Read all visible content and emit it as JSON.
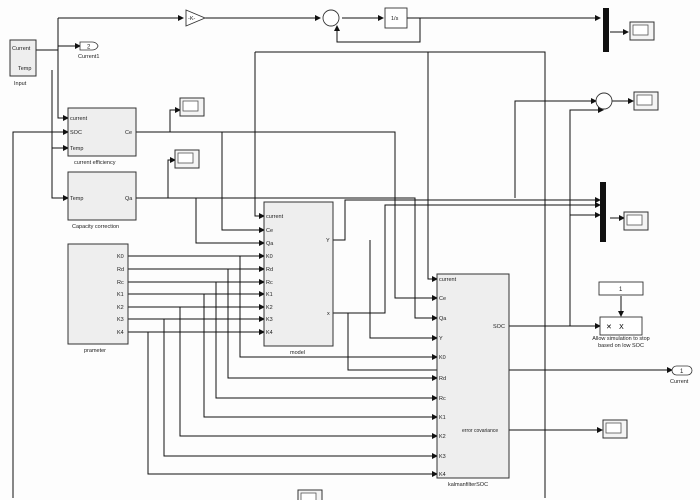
{
  "blocks": {
    "input": {
      "title": "Input",
      "ports": [
        "Current",
        "Temp"
      ]
    },
    "goto_current": {
      "tag": "2",
      "label": "Current1"
    },
    "gain": {
      "text": "-K-"
    },
    "integrator": {
      "text": "1/s"
    },
    "current_efficiency": {
      "title": "current efficiency",
      "in_ports": [
        "current",
        "SOC",
        "Temp"
      ],
      "out_ports": [
        "Ce"
      ]
    },
    "capacity_correction": {
      "title": "Capacity correction",
      "in_ports": [
        "Temp"
      ],
      "out_ports": [
        "Qa"
      ]
    },
    "parameter": {
      "title": "prameter",
      "out_ports": [
        "K0",
        "Rd",
        "Rc",
        "K1",
        "K2",
        "K3",
        "K4"
      ]
    },
    "model": {
      "title": "model",
      "in_ports": [
        "current",
        "Ce",
        "Qa",
        "K0",
        "Rd",
        "Rc",
        "K1",
        "K2",
        "K3",
        "K4"
      ],
      "out_ports": [
        "Y",
        "x"
      ]
    },
    "kalman": {
      "title": "kalmanfilterSOC",
      "in_ports": [
        "current",
        "Ce",
        "Qa",
        "Y",
        "K0",
        "Rd",
        "Rc",
        "K1",
        "K2",
        "K3",
        "K4"
      ],
      "out_ports": [
        "SOC",
        "error covariance"
      ]
    },
    "constant_1": {
      "text": "1"
    },
    "stop": {
      "text": "Allow simulation to stop based on low SOC"
    },
    "out_current": {
      "tag": "1",
      "label": "Current"
    }
  }
}
